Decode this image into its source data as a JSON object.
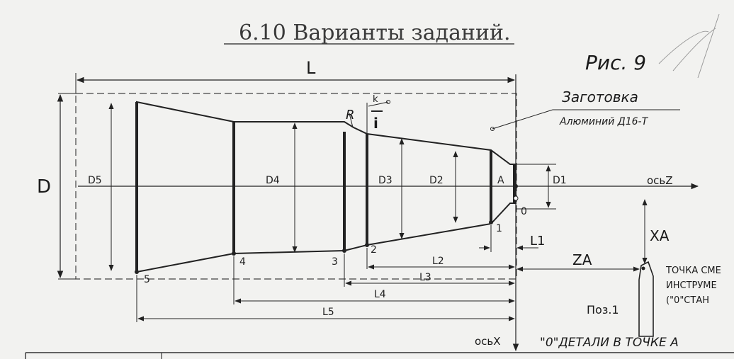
{
  "title": "6.10 Варианты заданий.",
  "figure_label": "Рис. 9",
  "workpiece": {
    "label": "Заготовка",
    "material": "Алюминий Д16-Т"
  },
  "dims": {
    "L": "L",
    "D": "D",
    "D5": "D5",
    "D4": "D4",
    "D3": "D3",
    "D2": "D2",
    "D1": "D1",
    "R": "R",
    "k": "k",
    "i": "i",
    "L1": "L1",
    "L2": "L2",
    "L3": "L3",
    "L4": "L4",
    "L5": "L5"
  },
  "points": {
    "p0": "0",
    "p1": "1",
    "p2": "2",
    "p3": "3",
    "p4": "4",
    "p5": "5",
    "pA": "A"
  },
  "axes": {
    "z": "осьZ",
    "x": "осьX",
    "xa": "XA",
    "za": "ZA"
  },
  "tool": {
    "line1": "ТОЧКА СМЕ",
    "line2": "ИНСТРУМЕ",
    "line3": "(\"0\"СТАН",
    "pos": "Поз.1"
  },
  "note": "\"0\"ДЕТАЛИ В ТОЧКЕ А"
}
